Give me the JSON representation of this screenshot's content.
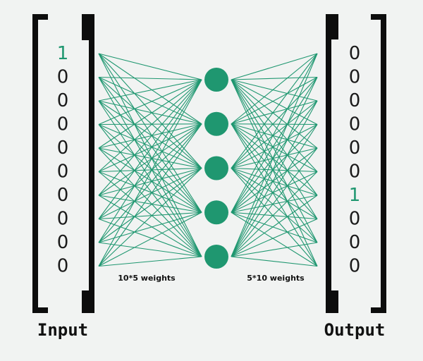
{
  "input": {
    "label": "Input",
    "values": [
      "1",
      "0",
      "0",
      "0",
      "0",
      "0",
      "0",
      "0",
      "0",
      "0"
    ],
    "hot_index": 0
  },
  "output": {
    "label": "Output",
    "values": [
      "0",
      "0",
      "0",
      "0",
      "0",
      "0",
      "1",
      "0",
      "0",
      "0"
    ],
    "hot_index": 6
  },
  "hidden": {
    "node_count": 5
  },
  "weights": {
    "input_to_hidden": "10*5 weights",
    "hidden_to_output": "5*10 weights"
  },
  "colors": {
    "accent": "#1f9770",
    "bracket": "#0d0d0d",
    "background": "#f1f3f2"
  }
}
